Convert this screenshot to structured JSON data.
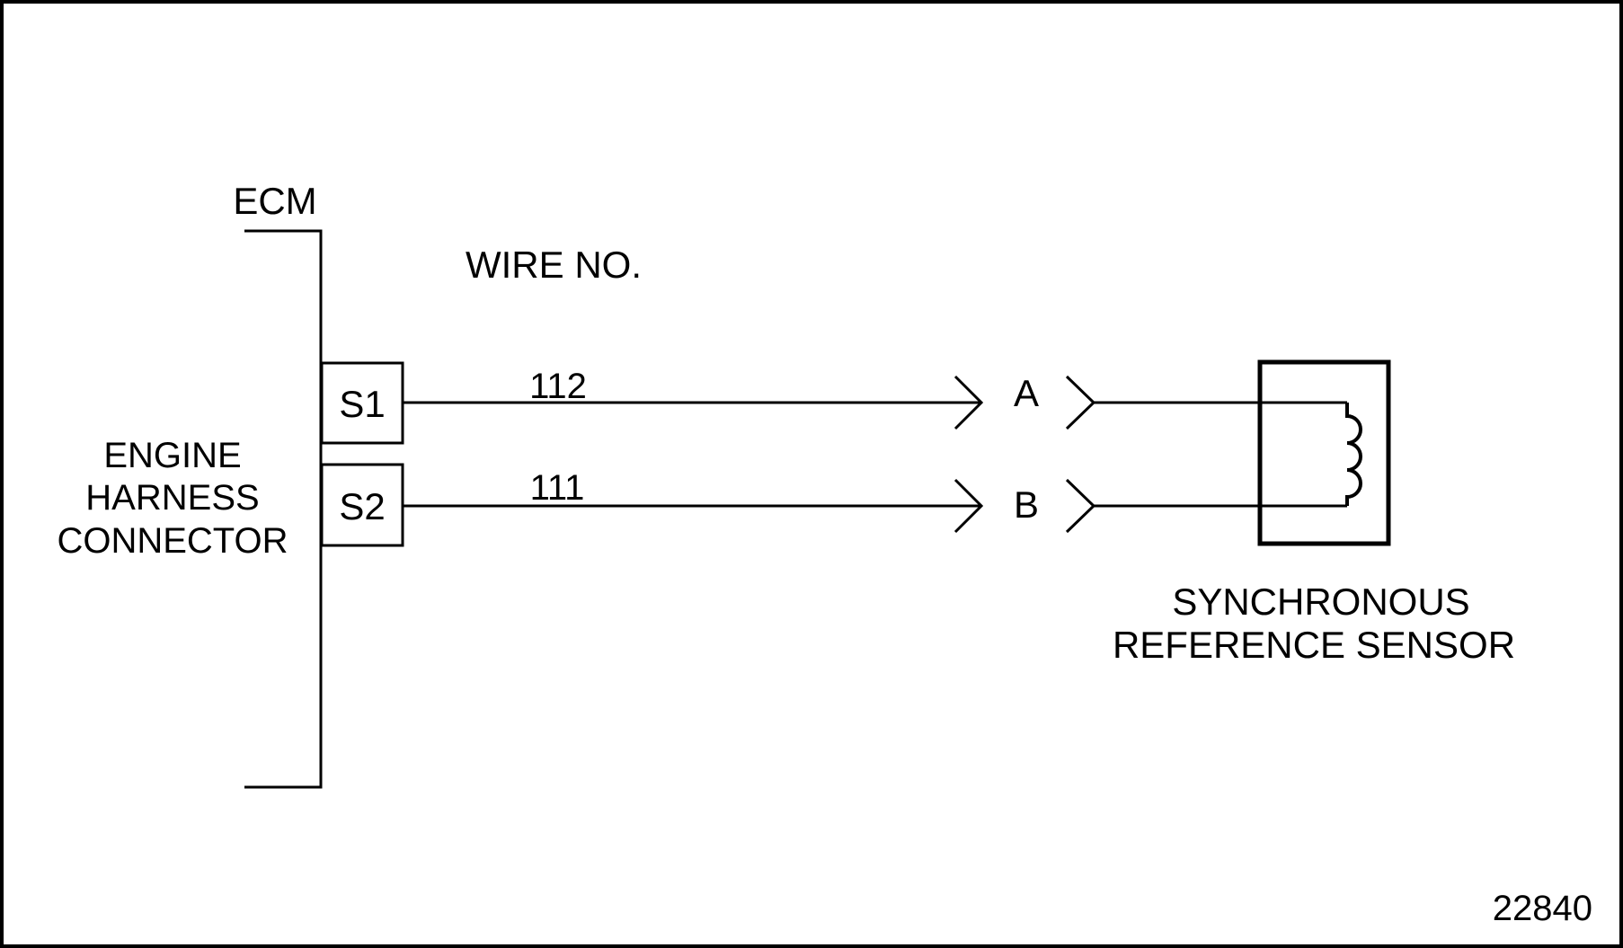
{
  "diagram": {
    "ecm_label": "ECM",
    "harness_label_lines": [
      "ENGINE",
      "HARNESS",
      "CONNECTOR"
    ],
    "wire_no_header": "WIRE NO.",
    "rows": [
      {
        "pin": "S1",
        "wire_no": "112",
        "terminal": "A"
      },
      {
        "pin": "S2",
        "wire_no": "111",
        "terminal": "B"
      }
    ],
    "sensor_label_lines": [
      "SYNCHRONOUS",
      "REFERENCE SENSOR"
    ],
    "figure_number": "22840",
    "colors": {
      "ink": "#000000",
      "background": "#ffffff"
    }
  }
}
